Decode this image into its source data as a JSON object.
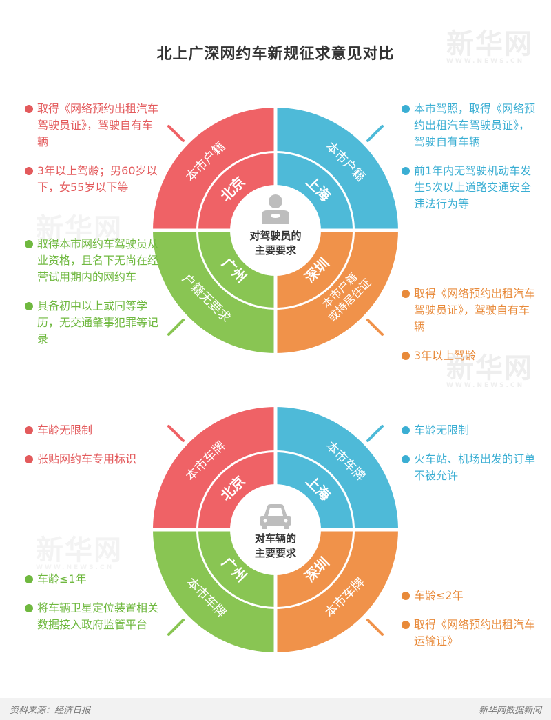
{
  "title": "北上广深网约车新规征求意见对比",
  "watermark": {
    "text": "新华网",
    "sub": "WWW.NEWS.CN"
  },
  "colors": {
    "beijing": "#ef6266",
    "shanghai": "#4ebad8",
    "guangzhou": "#89c553",
    "shenzhen": "#f0924a"
  },
  "drivers": {
    "center": [
      "对驾驶员的",
      "主要要求"
    ],
    "icon": "driver-person-icon",
    "quadrants": {
      "beijing": {
        "city": "北京",
        "condition": "本市户籍"
      },
      "shanghai": {
        "city": "上海",
        "condition": "本市户籍"
      },
      "guangzhou": {
        "city": "广州",
        "condition": "户籍无要求"
      },
      "shenzhen": {
        "city": "深圳",
        "condition": [
          "本市户籍",
          "或持居住证"
        ]
      }
    },
    "requirements": {
      "beijing": [
        "取得《网络预约出租汽车驾驶员证》，驾驶自有车辆",
        "3年以上驾龄；男60岁以下，女55岁以下等"
      ],
      "shanghai": [
        "本市驾照，取得《网络预约出租汽车驾驶员证》，驾驶自有车辆",
        "前1年内无驾驶机动车发生5次以上道路交通安全违法行为等"
      ],
      "guangzhou": [
        "取得本市网约车驾驶员从业资格，且名下无尚在经营试用期内的网约车",
        "具备初中以上或同等学历，无交通肇事犯罪等记录"
      ],
      "shenzhen": [
        "取得《网络预约出租汽车驾驶员证》，驾驶自有车辆",
        "3年以上驾龄"
      ]
    }
  },
  "vehicles": {
    "center": [
      "对车辆的",
      "主要要求"
    ],
    "icon": "car-icon",
    "quadrants": {
      "beijing": {
        "city": "北京",
        "condition": "本市车牌"
      },
      "shanghai": {
        "city": "上海",
        "condition": "本市车牌"
      },
      "guangzhou": {
        "city": "广州",
        "condition": "本市车牌"
      },
      "shenzhen": {
        "city": "深圳",
        "condition": "本市车牌"
      }
    },
    "requirements": {
      "beijing": [
        "车龄无限制",
        "张贴网约车专用标识"
      ],
      "shanghai": [
        "车龄无限制",
        "火车站、机场出发的订单不被允许"
      ],
      "guangzhou": [
        "车龄≤1年",
        "将车辆卫星定位装置相关数据接入政府监管平台"
      ],
      "shenzhen": [
        "车龄≤2年",
        "取得《网络预约出租汽车运输证》"
      ]
    }
  },
  "footer": {
    "source": "资料来源：经济日报",
    "brand": "新华网数据新闻"
  }
}
